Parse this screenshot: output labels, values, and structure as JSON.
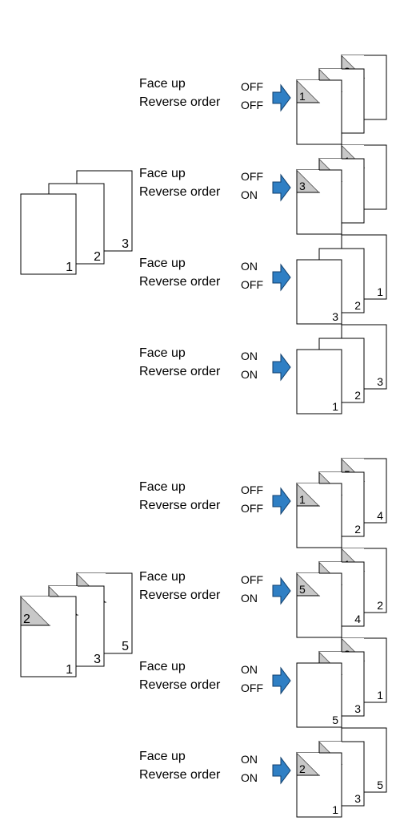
{
  "labels": {
    "face_up": "Face up",
    "reverse_order": "Reverse order"
  },
  "colors": {
    "arrow": "#2f7fc4",
    "arrow_edge": "#0f3e6b",
    "fold": "#c8c8c8",
    "outline": "#000000"
  },
  "icons": {
    "arrow": "right-arrow-icon"
  },
  "sections": [
    {
      "source_pages": [
        {
          "number": "1",
          "folded": false
        },
        {
          "number": "2",
          "folded": false
        },
        {
          "number": "3",
          "folded": false
        }
      ],
      "rows": [
        {
          "face_up": "OFF",
          "reverse_order": "OFF",
          "output": [
            {
              "corner": "1",
              "bottom": ""
            },
            {
              "corner": "2",
              "bottom": ""
            },
            {
              "corner": "3",
              "bottom": ""
            }
          ]
        },
        {
          "face_up": "OFF",
          "reverse_order": "ON",
          "output": [
            {
              "corner": "3",
              "bottom": ""
            },
            {
              "corner": "2",
              "bottom": ""
            },
            {
              "corner": "1",
              "bottom": ""
            }
          ]
        },
        {
          "face_up": "ON",
          "reverse_order": "OFF",
          "output": [
            {
              "corner": "",
              "bottom": "3"
            },
            {
              "corner": "",
              "bottom": "2"
            },
            {
              "corner": "",
              "bottom": "1"
            }
          ]
        },
        {
          "face_up": "ON",
          "reverse_order": "ON",
          "output": [
            {
              "corner": "",
              "bottom": "1"
            },
            {
              "corner": "",
              "bottom": "2"
            },
            {
              "corner": "",
              "bottom": "3"
            }
          ]
        }
      ]
    },
    {
      "source_pages": [
        {
          "number": "1",
          "folded": true,
          "fold_number": "2"
        },
        {
          "number": "3",
          "folded": true,
          "fold_number": "4"
        },
        {
          "number": "5",
          "folded": true,
          "fold_number": ""
        }
      ],
      "rows": [
        {
          "face_up": "OFF",
          "reverse_order": "OFF",
          "output": [
            {
              "corner": "1",
              "bottom": ""
            },
            {
              "corner": "3",
              "bottom": "2"
            },
            {
              "corner": "5",
              "bottom": "4"
            }
          ]
        },
        {
          "face_up": "OFF",
          "reverse_order": "ON",
          "output": [
            {
              "corner": "5",
              "bottom": ""
            },
            {
              "corner": "3",
              "bottom": "4"
            },
            {
              "corner": "1",
              "bottom": "2"
            }
          ]
        },
        {
          "face_up": "ON",
          "reverse_order": "OFF",
          "output": [
            {
              "corner": "",
              "bottom": "5"
            },
            {
              "corner": "4",
              "bottom": "3"
            },
            {
              "corner": "2",
              "bottom": "1"
            }
          ]
        },
        {
          "face_up": "ON",
          "reverse_order": "ON",
          "output": [
            {
              "corner": "2",
              "bottom": "1"
            },
            {
              "corner": "4",
              "bottom": "3"
            },
            {
              "corner": "",
              "bottom": "5"
            }
          ]
        }
      ]
    }
  ]
}
